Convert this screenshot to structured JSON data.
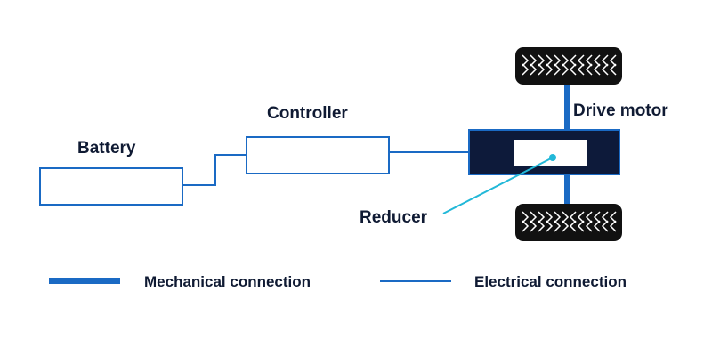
{
  "labels": {
    "battery": "Battery",
    "controller": "Controller",
    "drive_motor": "Drive motor",
    "reducer": "Reducer"
  },
  "legend": {
    "mechanical": "Mechanical connection",
    "electrical": "Electrical connection"
  },
  "colors": {
    "line_blue": "#1a6ac4",
    "reducer_line": "#22b8d8",
    "motor_fill": "#0d1a3a",
    "tire_fill": "#111111",
    "text": "#0f1a33"
  },
  "icons": {
    "wheel_top": "tire-icon",
    "wheel_bottom": "tire-icon"
  }
}
